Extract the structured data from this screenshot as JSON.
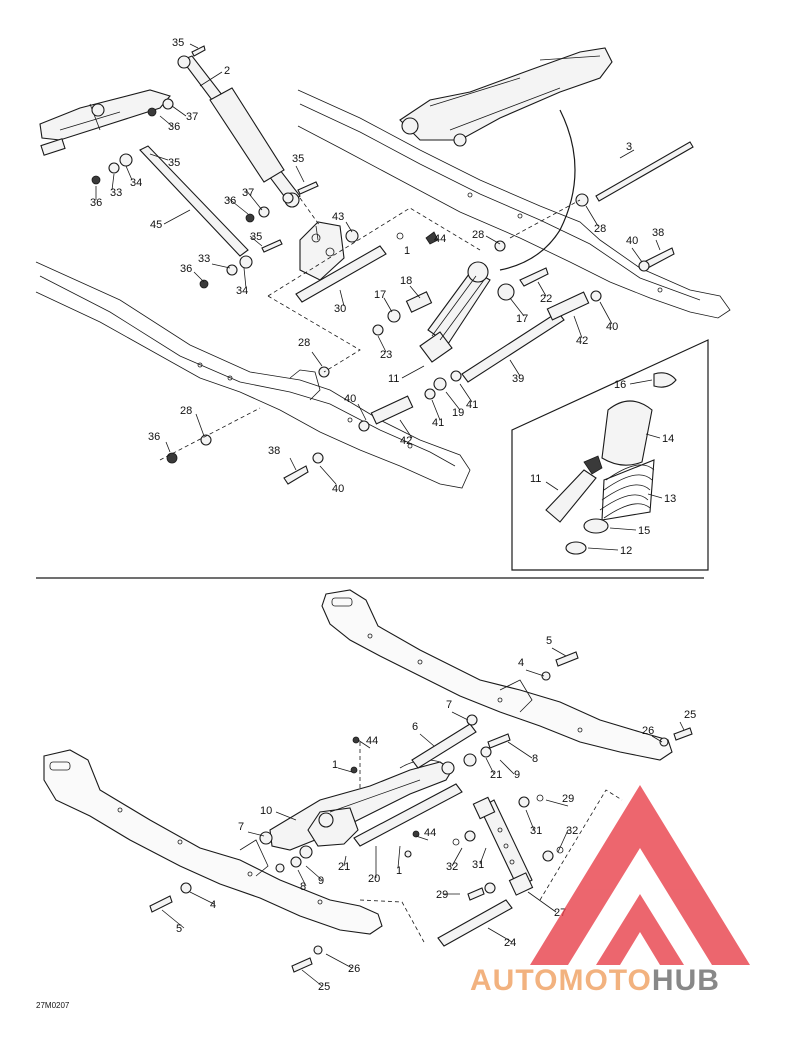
{
  "diagram_code": "27M0207",
  "watermark": {
    "text_auto": "AUTO",
    "text_moto": "MOTO",
    "text_hub": "HUB",
    "color_accent": "#f0a060",
    "color_dark": "#6b6b6b",
    "logo_color": "#e8404a"
  },
  "upper_labels": [
    {
      "id": "u35a",
      "text": "35"
    },
    {
      "id": "u2",
      "text": "2"
    },
    {
      "id": "u36a",
      "text": "36"
    },
    {
      "id": "u37a",
      "text": "37"
    },
    {
      "id": "u35b",
      "text": "35"
    },
    {
      "id": "u34a",
      "text": "34"
    },
    {
      "id": "u33a",
      "text": "33"
    },
    {
      "id": "u36b",
      "text": "36"
    },
    {
      "id": "u35c",
      "text": "35"
    },
    {
      "id": "u37b",
      "text": "37"
    },
    {
      "id": "u36c",
      "text": "36"
    },
    {
      "id": "u45",
      "text": "45"
    },
    {
      "id": "u43",
      "text": "43"
    },
    {
      "id": "u44a",
      "text": "44"
    },
    {
      "id": "u1a",
      "text": "1"
    },
    {
      "id": "u35d",
      "text": "35"
    },
    {
      "id": "u33b",
      "text": "33"
    },
    {
      "id": "u36d",
      "text": "36"
    },
    {
      "id": "u34b",
      "text": "34"
    },
    {
      "id": "u30",
      "text": "30"
    },
    {
      "id": "u3",
      "text": "3"
    },
    {
      "id": "u28a",
      "text": "28"
    },
    {
      "id": "u28b",
      "text": "28"
    },
    {
      "id": "u40a",
      "text": "40"
    },
    {
      "id": "u38a",
      "text": "38"
    },
    {
      "id": "u18",
      "text": "18"
    },
    {
      "id": "u17a",
      "text": "17"
    },
    {
      "id": "u22",
      "text": "22"
    },
    {
      "id": "u17b",
      "text": "17"
    },
    {
      "id": "u40b",
      "text": "40"
    },
    {
      "id": "u23",
      "text": "23"
    },
    {
      "id": "u42a",
      "text": "42"
    },
    {
      "id": "u28c",
      "text": "28"
    },
    {
      "id": "u11a",
      "text": "11"
    },
    {
      "id": "u39",
      "text": "39"
    },
    {
      "id": "u40c",
      "text": "40"
    },
    {
      "id": "u41a",
      "text": "41"
    },
    {
      "id": "u19",
      "text": "19"
    },
    {
      "id": "u41b",
      "text": "41"
    },
    {
      "id": "u42b",
      "text": "42"
    },
    {
      "id": "u28d",
      "text": "28"
    },
    {
      "id": "u36e",
      "text": "36"
    },
    {
      "id": "u38b",
      "text": "38"
    },
    {
      "id": "u40d",
      "text": "40"
    }
  ],
  "inset_labels": [
    {
      "id": "i16",
      "text": "16"
    },
    {
      "id": "i14",
      "text": "14"
    },
    {
      "id": "i11",
      "text": "11"
    },
    {
      "id": "i13",
      "text": "13"
    },
    {
      "id": "i15",
      "text": "15"
    },
    {
      "id": "i12",
      "text": "12"
    }
  ],
  "lower_labels": [
    {
      "id": "l5a",
      "text": "5"
    },
    {
      "id": "l4a",
      "text": "4"
    },
    {
      "id": "l7a",
      "text": "7"
    },
    {
      "id": "l6",
      "text": "6"
    },
    {
      "id": "l25a",
      "text": "25"
    },
    {
      "id": "l26a",
      "text": "26"
    },
    {
      "id": "l8a",
      "text": "8"
    },
    {
      "id": "l44a",
      "text": "44"
    },
    {
      "id": "l21a",
      "text": "21"
    },
    {
      "id": "l9a",
      "text": "9"
    },
    {
      "id": "l1a",
      "text": "1"
    },
    {
      "id": "l10",
      "text": "10"
    },
    {
      "id": "l29a",
      "text": "29"
    },
    {
      "id": "l31a",
      "text": "31"
    },
    {
      "id": "l32a",
      "text": "32"
    },
    {
      "id": "l7b",
      "text": "7"
    },
    {
      "id": "l44b",
      "text": "44"
    },
    {
      "id": "l32b",
      "text": "32"
    },
    {
      "id": "l21b",
      "text": "21"
    },
    {
      "id": "l8b",
      "text": "8"
    },
    {
      "id": "l9b",
      "text": "9"
    },
    {
      "id": "l31b",
      "text": "31"
    },
    {
      "id": "l20",
      "text": "20"
    },
    {
      "id": "l1b",
      "text": "1"
    },
    {
      "id": "l29b",
      "text": "29"
    },
    {
      "id": "l27",
      "text": "27"
    },
    {
      "id": "l4b",
      "text": "4"
    },
    {
      "id": "l5b",
      "text": "5"
    },
    {
      "id": "l24",
      "text": "24"
    },
    {
      "id": "l26b",
      "text": "26"
    },
    {
      "id": "l25b",
      "text": "25"
    }
  ]
}
